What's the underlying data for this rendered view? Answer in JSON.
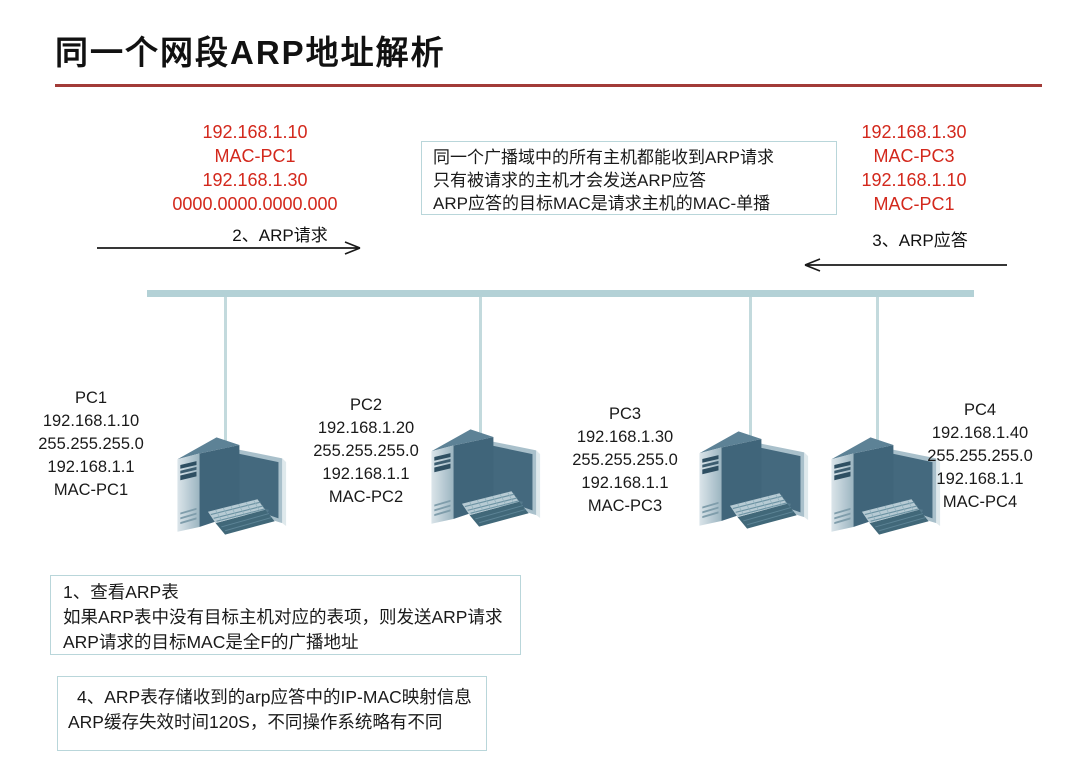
{
  "title": "同一个网段ARP地址解析",
  "annotations": {
    "left_red": {
      "lines": [
        "192.168.1.10",
        "MAC-PC1",
        "192.168.1.30",
        "0000.0000.0000.000"
      ]
    },
    "right_red": {
      "lines": [
        "192.168.1.30",
        "MAC-PC3",
        "192.168.1.10",
        "MAC-PC1"
      ]
    },
    "center_note": {
      "lines": [
        "同一个广播域中的所有主机都能收到ARP请求",
        "只有被请求的主机才会发送ARP应答",
        "ARP应答的目标MAC是请求主机的MAC-单播"
      ]
    }
  },
  "arrows": {
    "request": {
      "label": "2、ARP请求",
      "direction": "right"
    },
    "reply": {
      "label": "3、ARP应答",
      "direction": "left"
    }
  },
  "hosts": [
    {
      "name": "PC1",
      "ip": "192.168.1.10",
      "mask": "255.255.255.0",
      "gateway": "192.168.1.1",
      "mac": "MAC-PC1"
    },
    {
      "name": "PC2",
      "ip": "192.168.1.20",
      "mask": "255.255.255.0",
      "gateway": "192.168.1.1",
      "mac": "MAC-PC2"
    },
    {
      "name": "PC3",
      "ip": "192.168.1.30",
      "mask": "255.255.255.0",
      "gateway": "192.168.1.1",
      "mac": "MAC-PC3"
    },
    {
      "name": "PC4",
      "ip": "192.168.1.40",
      "mask": "255.255.255.0",
      "gateway": "192.168.1.1",
      "mac": "MAC-PC4"
    }
  ],
  "notes": [
    {
      "lines": [
        "1、查看ARP表",
        "如果ARP表中没有目标主机对应的表项，则发送ARP请求",
        "ARP请求的目标MAC是全F的广播地址"
      ]
    },
    {
      "lines": [
        "4、ARP表存储收到的arp应答中的IP-MAC映射信息",
        "ARP缓存失效时间120S，不同操作系统略有不同"
      ]
    }
  ],
  "colors": {
    "red_text": "#d3281c",
    "title_underline": "#a23b38",
    "bus": "#b3d1d6",
    "drop_line": "#c3dadd",
    "note_border": "#b9d6da",
    "ink": "#1a1a1a"
  }
}
